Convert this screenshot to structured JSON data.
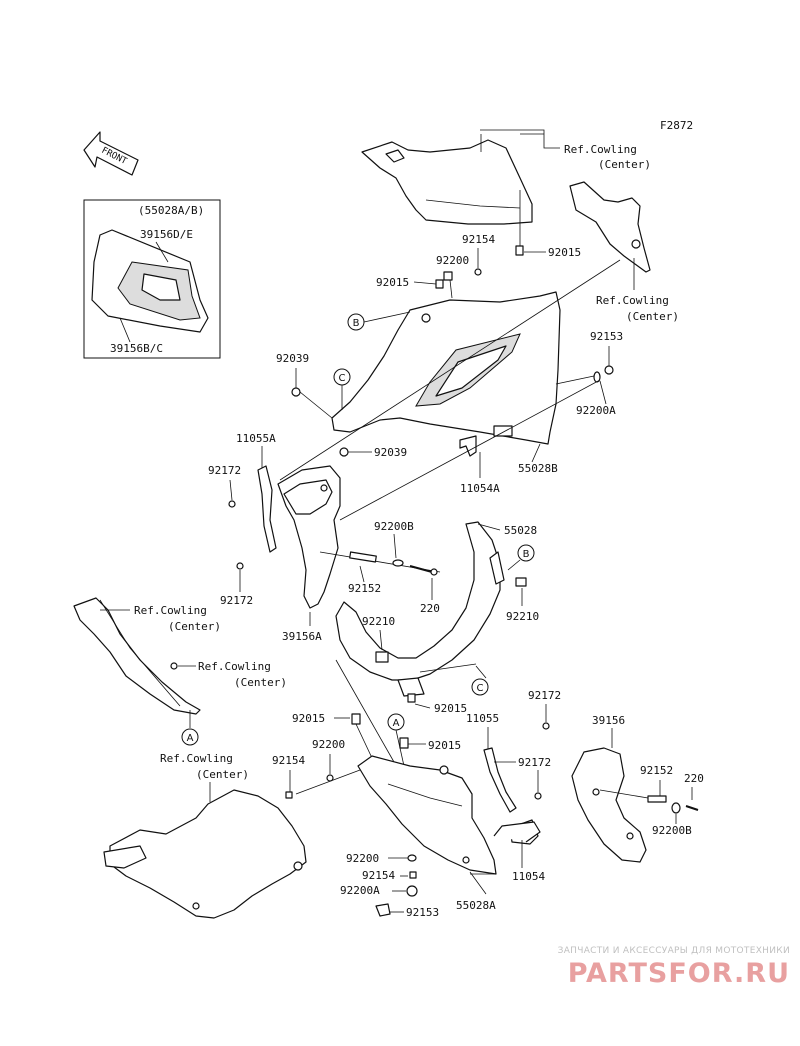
{
  "figure_code": "F2872",
  "front_label": "FRONT",
  "inset": {
    "top": "(55028A/B)",
    "part_a": "39156D/E",
    "part_b": "39156B/C"
  },
  "refs": {
    "r1a": "Ref.Cowling",
    "r1b": "(Center)",
    "r2a": "Ref.Cowling",
    "r2b": "(Center)",
    "r3a": "Ref.Cowling",
    "r3b": "(Center)",
    "r4a": "Ref.Cowling",
    "r4b": "(Center)",
    "r5a": "Ref.Cowling",
    "r5b": "(Center)"
  },
  "callouts": {
    "A1": "A",
    "A2": "A",
    "B1": "B",
    "B2": "B",
    "C1": "C",
    "C2": "C"
  },
  "parts": {
    "p92154_top": "92154",
    "p92015_top": "92015",
    "p92200_top": "92200",
    "p92015_left": "92015",
    "p92153_r": "92153",
    "p92200A_r": "92200A",
    "p92039_a": "92039",
    "p92039_b": "92039",
    "p55028B": "55028B",
    "p11054A": "11054A",
    "p11055A": "11055A",
    "p92172_a": "92172",
    "p92172_b": "92172",
    "p92200B_m": "92200B",
    "p55028": "55028",
    "p92152_m": "92152",
    "p220_m": "220",
    "p39156A": "39156A",
    "p92210_a": "92210",
    "p92210_b": "92210",
    "p92015_c": "92015",
    "p92172_c": "92172",
    "p11055": "11055",
    "p92015_d": "92015",
    "p92200_d": "92200",
    "p92015_e": "92015",
    "p92154_d": "92154",
    "p92172_d": "92172",
    "p39156": "39156",
    "p92152_r": "92152",
    "p220_r": "220",
    "p92200B_r": "92200B",
    "p92200_e": "92200",
    "p11054": "11054",
    "p92154_e": "92154",
    "p92200A_e": "92200A",
    "p55028A": "55028A",
    "p92153_e": "92153"
  },
  "watermark": {
    "subtitle": "ЗАПЧАСТИ И АКСЕССУАРЫ ДЛЯ МОТОТЕХНИКИ",
    "brand": "PARTSFOR.RU"
  }
}
